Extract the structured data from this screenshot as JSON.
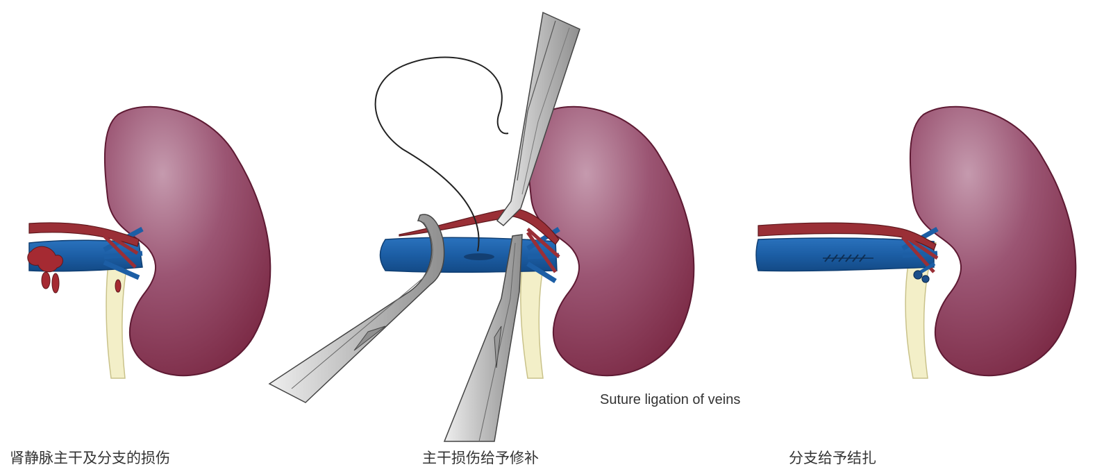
{
  "figure": {
    "annotation": "Suture ligation of veins"
  },
  "captions": [
    "肾静脉主干及分支的损伤",
    "主干损伤给予修补",
    "分支给予结扎"
  ],
  "colors": {
    "kidney": "#8c3a55",
    "vein": "#1f5fa6",
    "artery": "#9a2f36",
    "ureter": "#f3efc8",
    "instrument": "#c9c9c9"
  }
}
